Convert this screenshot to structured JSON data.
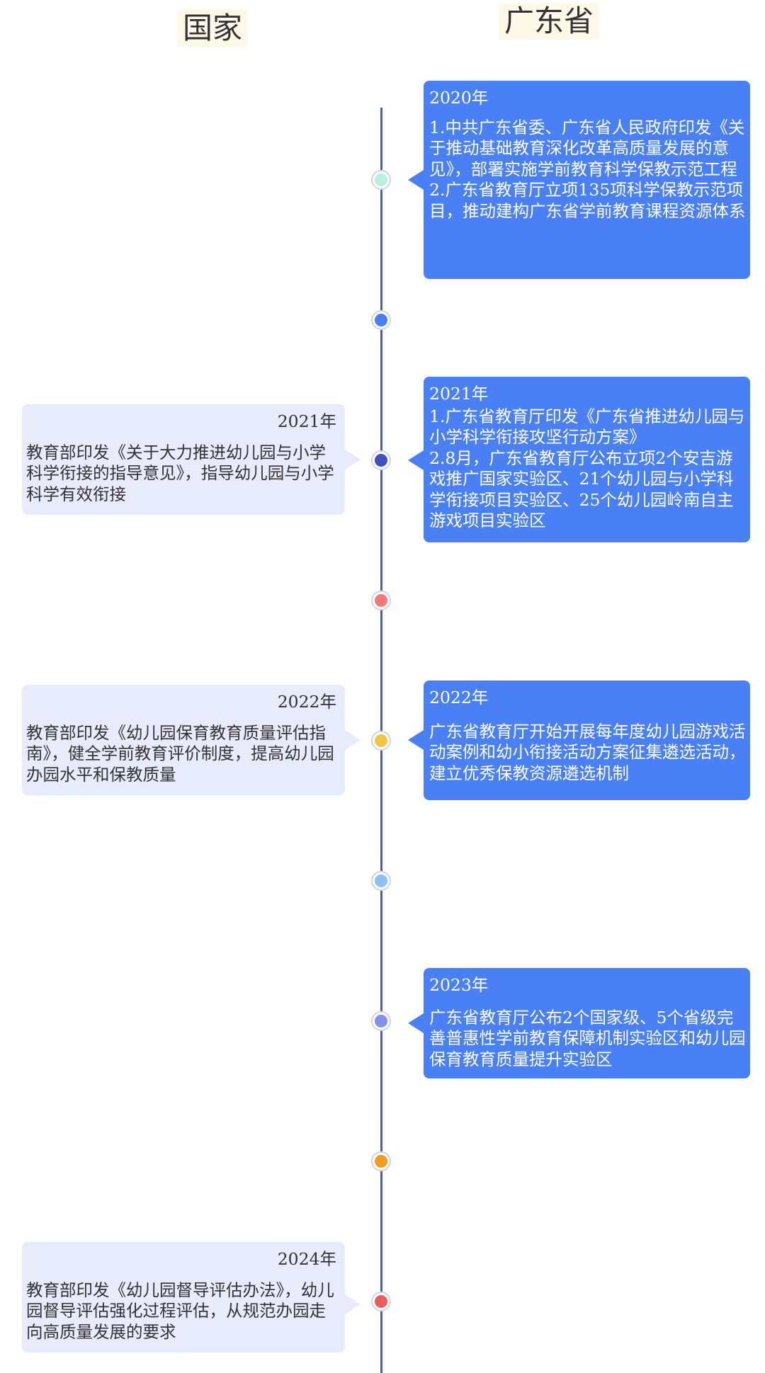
{
  "headers": {
    "national": "国家",
    "province": "广东省"
  },
  "node_colors": [
    "#b8f0e0",
    "#4a80f5",
    "#3f51c0",
    "#f57878",
    "#f5c444",
    "#8ec0f8",
    "#8090f0",
    "#f59a1c",
    "#f05a5a"
  ],
  "national": [
    {
      "year": "2021年",
      "lines": [
        "教育部印发《关于大力推进幼儿园与小学科学衔接的指导意见》，指导幼儿园与小学科学有效衔接"
      ]
    },
    {
      "year": "2022年",
      "lines": [
        "教育部印发《幼儿园保育教育质量评估指南》，健全学前教育评价制度，提高幼儿园办园水平和保教质量"
      ]
    },
    {
      "year": "2024年",
      "lines": [
        "教育部印发《幼儿园督导评估办法》，幼儿园督导评估强化过程评估，从规范办园走向高质量发展的要求"
      ]
    }
  ],
  "province": [
    {
      "year": "2020年",
      "lines": [
        "1.中共广东省委、广东省人民政府印发《关于推动基础教育深化改革高质量发展的意见》，部署实施学前教育科学保教示范工程",
        "2.广东省教育厅立项135项科学保教示范项目，推动建构广东省学前教育课程资源体系"
      ]
    },
    {
      "year": "2021年",
      "lines": [
        "1.广东省教育厅印发《广东省推进幼儿园与小学科学衔接攻坚行动方案》",
        "2.8月，广东省教育厅公布立项2个安吉游戏推广国家实验区、21个幼儿园与小学科学衔接项目实验区、25个幼儿园岭南自主游戏项目实验区"
      ]
    },
    {
      "year": "2022年",
      "lines": [
        "广东省教育厅开始开展每年度幼儿园游戏活动案例和幼小衔接活动方案征集遴选活动，建立优秀保教资源遴选机制"
      ]
    },
    {
      "year": "2023年",
      "lines": [
        "广东省教育厅公布2个国家级、5个省级完善普惠性学前教育保障机制实验区和幼儿园保育教育质量提升实验区"
      ]
    }
  ]
}
